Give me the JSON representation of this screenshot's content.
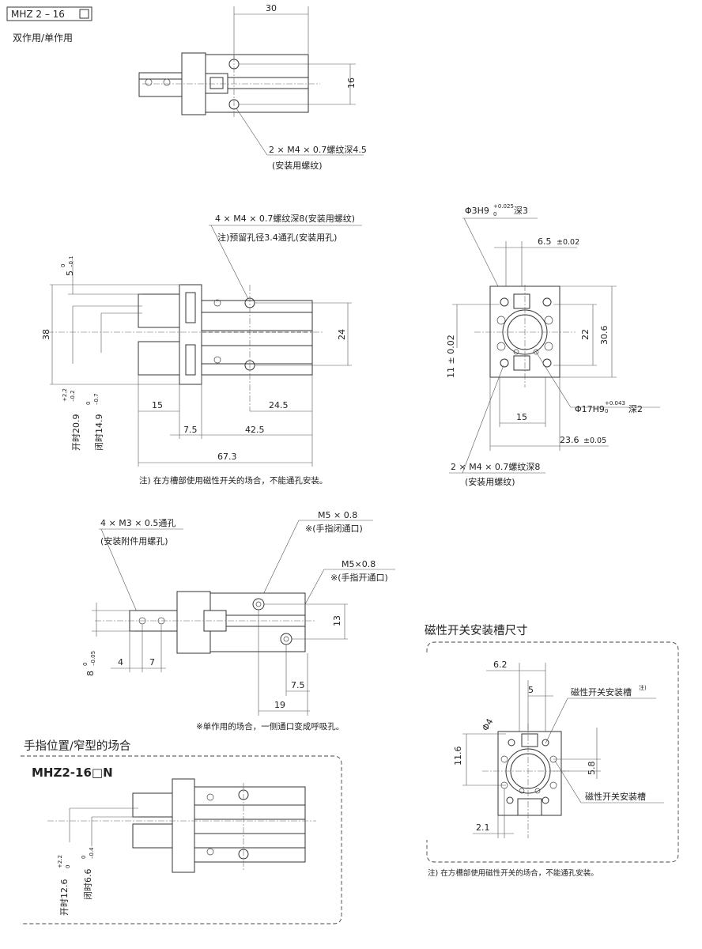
{
  "header": {
    "model": "MHZ 2 – 16",
    "action": "双作用/单作用"
  },
  "top_view": {
    "dim_width": "30",
    "dim_height": "16",
    "thread_callout": "2 × M4 × 0.7螺纹深4.5",
    "thread_note": "(安装用螺纹)"
  },
  "side_view": {
    "thread_callout": "4 × M4 × 0.7螺纹深8(安装用螺纹)",
    "hole_note": "注)预留孔径3.4通孔(安装用孔)",
    "dim_38": "38",
    "dim_5": "5",
    "tol_5_up": "0",
    "tol_5_low": "–0.1",
    "dim_24": "24",
    "dim_15": "15",
    "dim_24_5": "24.5",
    "dim_7_5": "7.5",
    "dim_42_5": "42.5",
    "dim_67_3": "67.3",
    "open_label": "开时20.9",
    "open_tol_up": "+2.2",
    "open_tol_low": "–0.2",
    "close_label": "闭时14.9",
    "close_tol_up": "0",
    "close_tol_low": "–0.7",
    "note": "注) 在方槽部使用磁性开关的场合，不能通孔安装。"
  },
  "end_view": {
    "pin_callout": "Φ3H9",
    "pin_tol_up": "+0.025",
    "pin_tol_low": "0",
    "pin_depth": "深3",
    "dim_6_5": "6.5",
    "tol_6_5": "±0.02",
    "dim_22": "22",
    "dim_30_6": "30.6",
    "dim_11": "11 ± 0.02",
    "bore_callout": "Φ17H9",
    "bore_tol_up": "+0.043",
    "bore_tol_low": "0",
    "bore_depth": "深2",
    "dim_15": "15",
    "dim_23_6": "23.6",
    "tol_23_6": "±0.05",
    "thread_callout": "2 × M4 × 0.7螺纹深8",
    "thread_note": "(安装用螺纹)"
  },
  "bottom_view": {
    "hole_callout": "4 × M3 × 0.5通孔",
    "hole_note": "(安装附件用螺孔)",
    "port1": "M5 × 0.8",
    "port1_note": "※(手指闭通口)",
    "port2": "M5×0.8",
    "port2_note": "※(手指开通口)",
    "dim_13": "13",
    "dim_8": "8",
    "dim_8_tol_up": "0",
    "dim_8_tol_low": "–0.05",
    "dim_4": "4",
    "dim_7": "7",
    "dim_7_5": "7.5",
    "dim_19": "19",
    "note": "※单作用的场合，一侧通口变成呼吸孔。"
  },
  "narrow_section": {
    "title": "手指位置/窄型的场合",
    "model": "MHZ2-16□N",
    "open_label": "开时12.6",
    "open_tol_up": "+2.2",
    "open_tol_low": "0",
    "close_label": "闭时6.6",
    "close_tol_up": "0",
    "close_tol_low": "–0.4"
  },
  "switch_section": {
    "title": "磁性开关安装槽尺寸",
    "dim_6_2": "6.2",
    "dim_5": "5",
    "dim_phi4": "Φ4",
    "dim_11_6": "11.6",
    "dim_5_8": "5.8",
    "dim_2_1": "2.1",
    "slot_label_1": "磁性开关安装槽",
    "slot_sup": "注)",
    "slot_label_2": "磁性开关安装槽",
    "note": "注) 在方槽部使用磁性开关的场合，不能通孔安装。"
  }
}
